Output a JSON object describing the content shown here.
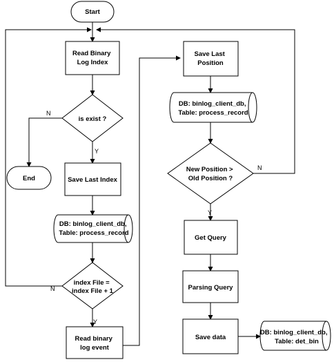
{
  "nodes": {
    "start": [
      "Start"
    ],
    "read_index": [
      "Read Binary",
      "Log Index"
    ],
    "is_exist": [
      "is exist ?"
    ],
    "end": [
      "End"
    ],
    "save_last_index": [
      "Save Last Index"
    ],
    "db_left": [
      "DB: binlog_client_db,",
      "Table: process_record"
    ],
    "index_check": [
      "index File =",
      "index File + 1"
    ],
    "read_event": [
      "Read binary",
      "log event"
    ],
    "save_last_pos": [
      "Save Last",
      "Position"
    ],
    "db_right_top": [
      "DB: binlog_client_db,",
      "Table: process_record"
    ],
    "pos_compare": [
      "New Position >",
      "Old Position ?"
    ],
    "get_query": [
      "Get Query"
    ],
    "parsing_query": [
      "Parsing Query"
    ],
    "save_data": [
      "Save data"
    ],
    "db_right_bottom": [
      "DB: binlog_client_db,",
      "Table: det_bin"
    ]
  },
  "edge_labels": {
    "exist_no": "N",
    "exist_yes": "Y",
    "index_no": "N",
    "index_yes": "Y",
    "pos_no": "N",
    "pos_yes": "Y"
  }
}
